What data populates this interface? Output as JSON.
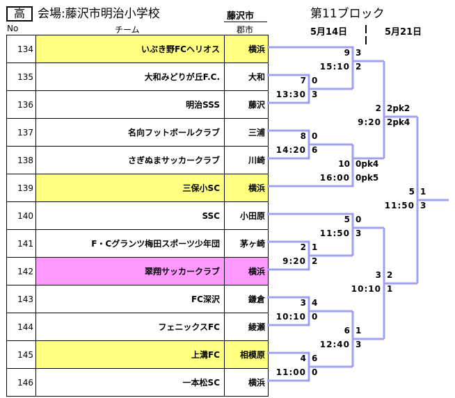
{
  "header": {
    "category": "高",
    "venue": "会場:藤沢市明治小学校",
    "host_city": "藤沢市",
    "block": "第11ブロック",
    "dates": [
      "5月14日",
      "5月21日"
    ]
  },
  "columns": {
    "no": "No",
    "team": "チーム",
    "city": "郡市"
  },
  "teams": [
    {
      "no": "134",
      "name": "いぶき野FCヘリオス",
      "city": "横浜",
      "highlight": "yellow"
    },
    {
      "no": "135",
      "name": "大和みどりが丘F.C.",
      "city": "大和",
      "highlight": ""
    },
    {
      "no": "136",
      "name": "明治SSS",
      "city": "藤沢",
      "highlight": ""
    },
    {
      "no": "137",
      "name": "名向フットボールクラブ",
      "city": "三浦",
      "highlight": ""
    },
    {
      "no": "138",
      "name": "さぎぬまサッカークラブ",
      "city": "川崎",
      "highlight": ""
    },
    {
      "no": "139",
      "name": "三保小SC",
      "city": "横浜",
      "highlight": "yellow"
    },
    {
      "no": "140",
      "name": "SSC",
      "city": "小田原",
      "highlight": ""
    },
    {
      "no": "141",
      "name": "F・Cグランツ梅田スポーツ少年団",
      "city": "茅ヶ崎",
      "highlight": ""
    },
    {
      "no": "142",
      "name": "翠翔サッカークラブ",
      "city": "横浜",
      "highlight": "pink"
    },
    {
      "no": "143",
      "name": "FC深沢",
      "city": "鎌倉",
      "highlight": ""
    },
    {
      "no": "144",
      "name": "フェニックスFC",
      "city": "綾瀬",
      "highlight": ""
    },
    {
      "no": "145",
      "name": "上溝FC",
      "city": "相模原",
      "highlight": "yellow"
    },
    {
      "no": "146",
      "name": "一本松SC",
      "city": "横浜",
      "highlight": ""
    }
  ],
  "colors": {
    "bracket_line": "#a0a0f0",
    "highlight_yellow": "#ffff80",
    "highlight_pink": "#ff99ff"
  },
  "matches": [
    {
      "id": "m7",
      "number": "7",
      "time": "13:30",
      "score_top": "0",
      "score_bottom": "3"
    },
    {
      "id": "m9",
      "number": "9",
      "time": "15:10",
      "score_top": "3",
      "score_bottom": "2"
    },
    {
      "id": "m8",
      "number": "8",
      "time": "14:20",
      "score_top": "0",
      "score_bottom": "6"
    },
    {
      "id": "m10",
      "number": "10",
      "time": "16:00",
      "score_top": "0pk4",
      "score_bottom": "0pk5"
    },
    {
      "id": "m2a",
      "number": "2",
      "time": "9:20",
      "score_top": "2pk2",
      "score_bottom": "2pk4"
    },
    {
      "id": "m2b",
      "number": "2",
      "time": "9:20",
      "score_top": "1",
      "score_bottom": "2"
    },
    {
      "id": "m5a",
      "number": "5",
      "time": "11:50",
      "score_top": "0",
      "score_bottom": "3"
    },
    {
      "id": "m3a",
      "number": "3",
      "time": "10:10",
      "score_top": "4",
      "score_bottom": "0"
    },
    {
      "id": "m4",
      "number": "4",
      "time": "11:00",
      "score_top": "6",
      "score_bottom": "0"
    },
    {
      "id": "m6",
      "number": "6",
      "time": "12:40",
      "score_top": "1",
      "score_bottom": "3"
    },
    {
      "id": "m3b",
      "number": "3",
      "time": "10:10",
      "score_top": "2",
      "score_bottom": "1"
    },
    {
      "id": "m5b",
      "number": "5",
      "time": "11:50",
      "score_top": "1",
      "score_bottom": "3"
    }
  ]
}
